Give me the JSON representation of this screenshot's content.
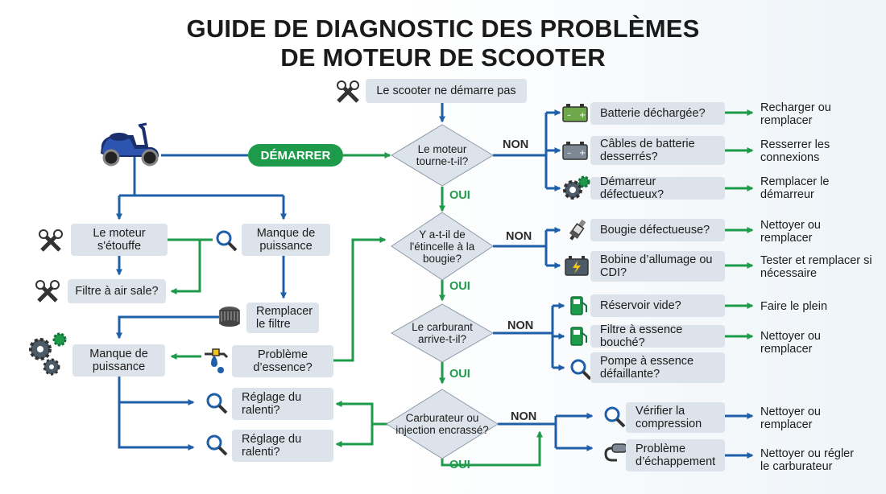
{
  "title_line1": "GUIDE DE DIAGNOSTIC DES PROBLÈMES",
  "title_line2": "DE MOTEUR DE SCOOTER",
  "start_problem": "Le scooter ne démarre pas",
  "start_button": "DÉMARRER",
  "decisions": {
    "q1": "Le moteur tourne-t-il?",
    "q2": "Y a-t-il de l'étincelle à la bougie?",
    "q3": "Le carburant arrive-t-il?",
    "q4": "Carburateur ou injection encrassé?"
  },
  "labels": {
    "non": "NON",
    "oui": "OUI"
  },
  "branch1": {
    "c1": "Batterie déchargée?",
    "r1": "Recharger ou remplacer",
    "c2": "Câbles de batterie desserrés?",
    "r2": "Resserrer les connexions",
    "c3": "Démarreur défectueux?",
    "r3": "Remplacer le démarreur"
  },
  "branch2": {
    "c1": "Bougie défectueuse?",
    "r1": "Nettoyer ou remplacer",
    "c2": "Bobine d’allumage ou CDI?",
    "r2": "Tester et remplacer si nécessaire"
  },
  "branch3": {
    "c1": "Réservoir vide?",
    "r1": "Faire le plein",
    "c2": "Filtre à essence bouché?",
    "r2": "Nettoyer ou remplacer",
    "c3": "Pompe à essence défaillante?"
  },
  "branch4": {
    "c1": "Vérifier la compression",
    "r1": "Nettoyer ou remplacer",
    "c2": "Problème d’échappement",
    "r2": "Nettoyer ou régler le carburateur"
  },
  "left": {
    "stall": "Le moteur s'étouffe",
    "power1": "Manque de puissance",
    "air_filter": "Filtre à air sale?",
    "replace_filter": "Remplacer le filtre",
    "power2": "Manque de puissance",
    "fuel_problem": "Problème d’essence?",
    "idle1": "Réglage du ralenti?",
    "idle2": "Réglage du ralenti?"
  },
  "colors": {
    "blue": "#1f5fa8",
    "green": "#1e9a4b",
    "box": "#dde3ea"
  }
}
